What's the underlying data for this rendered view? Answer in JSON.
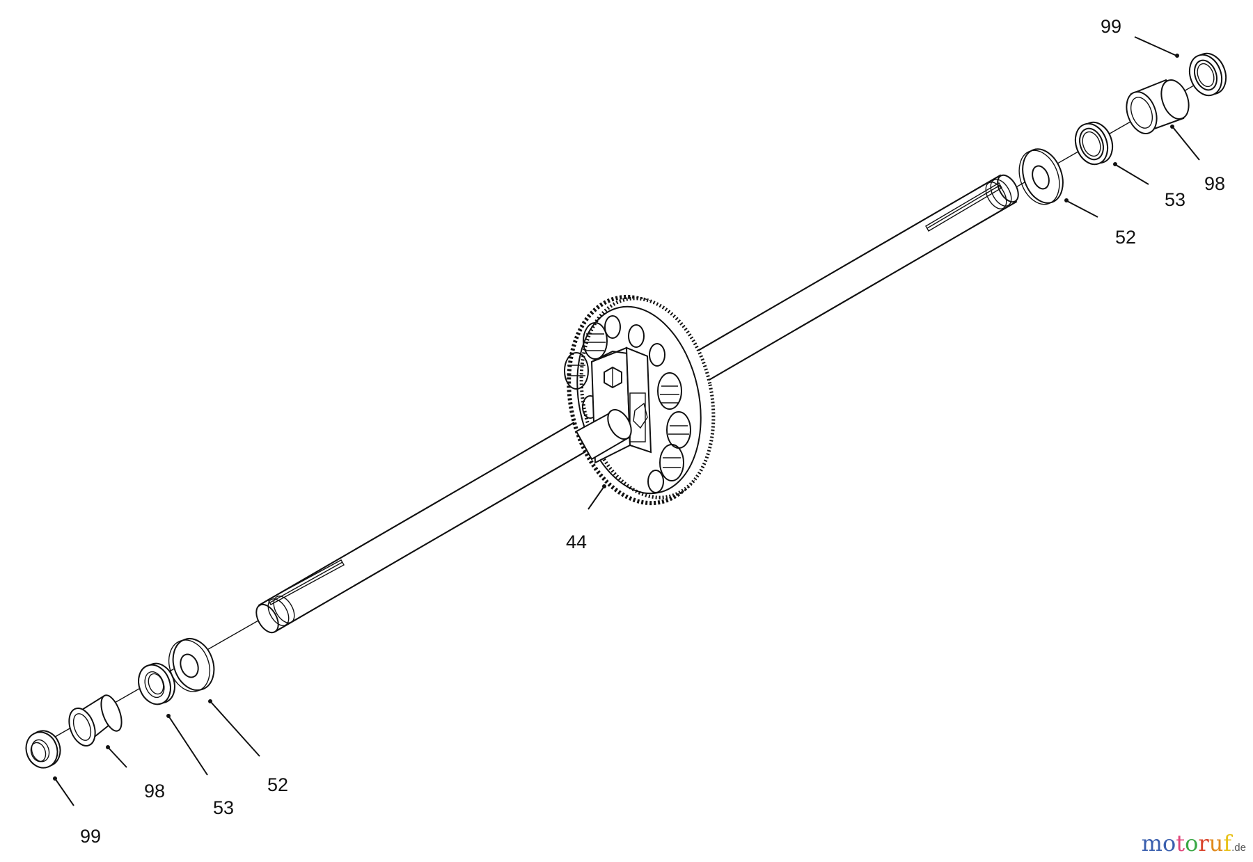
{
  "diagram": {
    "type": "exploded-parts-view",
    "subject": "axle shaft with differential gear assembly",
    "callouts": [
      {
        "id": "callout-99-right",
        "label": "99",
        "part": "seal ring (right)"
      },
      {
        "id": "callout-98-right",
        "label": "98",
        "part": "bushing sleeve (right)"
      },
      {
        "id": "callout-53-right",
        "label": "53",
        "part": "bearing (right)"
      },
      {
        "id": "callout-52-right",
        "label": "52",
        "part": "flat washer (right)"
      },
      {
        "id": "callout-44",
        "label": "44",
        "part": "differential gear assembly"
      },
      {
        "id": "callout-52-left",
        "label": "52",
        "part": "flat washer (left)"
      },
      {
        "id": "callout-53-left",
        "label": "53",
        "part": "bearing (left)"
      },
      {
        "id": "callout-98-left",
        "label": "98",
        "part": "bushing sleeve (left)"
      },
      {
        "id": "callout-99-left",
        "label": "99",
        "part": "seal ring (left)"
      }
    ]
  },
  "watermark": {
    "letters": [
      "m",
      "o",
      "t",
      "o",
      "r",
      "u",
      "f"
    ],
    "colors": [
      "#3a5fae",
      "#3a5fae",
      "#e0457b",
      "#3aa845",
      "#d9422a",
      "#e08a1e",
      "#e8c21a"
    ],
    "tld": ".de"
  }
}
